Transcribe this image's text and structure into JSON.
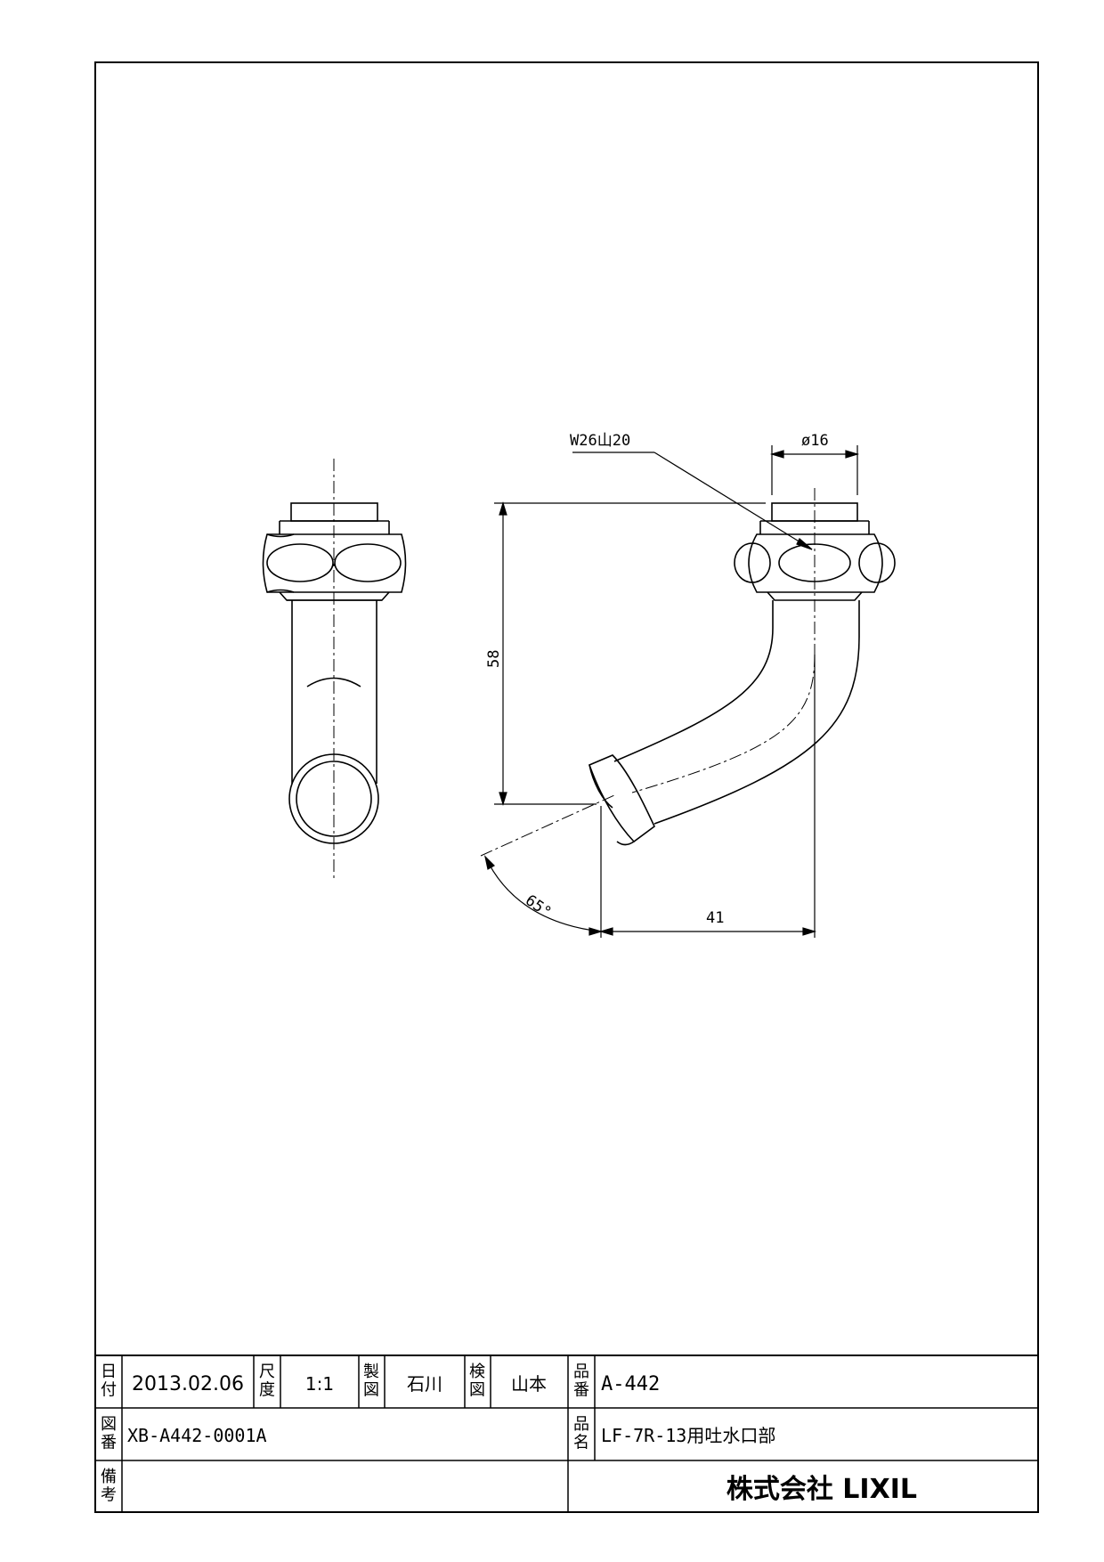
{
  "drawing": {
    "dimensions": {
      "thread": "W26山20",
      "diameter": "ø16",
      "height": "58",
      "width": "41",
      "angle": "65°"
    }
  },
  "title_block": {
    "date_label": "日付",
    "date_value": "2013.02.06",
    "scale_label": "尺度",
    "scale_value": "1:1",
    "drawn_label": "製図",
    "drawn_value": "石川",
    "checked_label": "検図",
    "checked_value": "山本",
    "part_no_label": "品番",
    "part_no_value": "A-442",
    "drawing_no_label": "図番",
    "drawing_no_value": "XB-A442-0001A",
    "part_name_label": "品名",
    "part_name_value": "LF-7R-13用吐水口部",
    "remarks_label": "備考",
    "company": "株式会社 LIXIL"
  }
}
